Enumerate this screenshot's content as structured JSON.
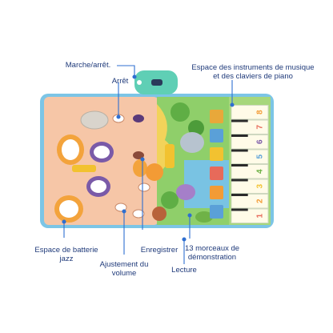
{
  "labels": {
    "power": "Marche/arrêt.",
    "stop": "Arrêt",
    "instruments_line1": "Espace des instruments de musique",
    "instruments_line2": "et des claviers de piano",
    "drums_line1": "Espace de batterie",
    "drums_line2": "jazz",
    "volume_line1": "Ajustement du",
    "volume_line2": "volume",
    "record": "Enregistrer",
    "demo_line1": "13 morceaux de",
    "demo_line2": "démonstration",
    "play": "Lecture"
  },
  "key_numbers": [
    "1",
    "2",
    "3",
    "4",
    "5",
    "6",
    "7",
    "8"
  ],
  "colors": {
    "callout_line": "#2f6fd0",
    "label_text": "#1f3a7a",
    "mat_border": "#7cc5e6",
    "drum_zone": "#f6c6a7",
    "jungle_zone": "#8fcf6a",
    "piano_zone": "#a7d77b",
    "power_box": "#5fcfb5"
  }
}
